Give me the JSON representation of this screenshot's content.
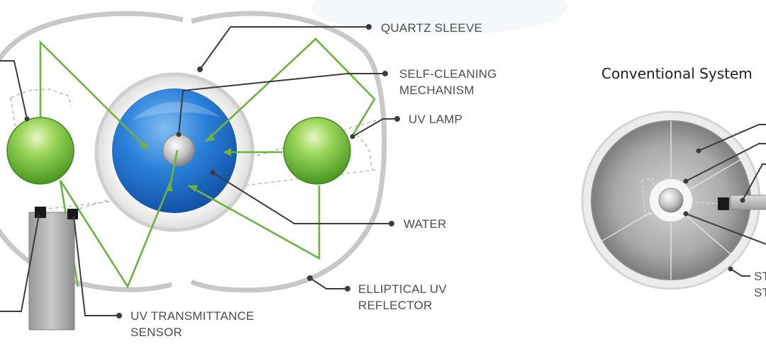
{
  "labels": {
    "quartz_sleeve": "QUARTZ SLEEVE",
    "self_cleaning_line1": "SELF-CLEANING",
    "self_cleaning_line2": "MECHANISM",
    "uv_lamp": "UV LAMP",
    "water": "WATER",
    "elliptical_line1": "ELLIPTICAL UV",
    "elliptical_line2": "REFLECTOR",
    "uv_sensor_line1": "UV TRANSMITTANCE",
    "uv_sensor_line2": "SENSOR",
    "conv_cut_line1": "ST",
    "conv_cut_line2": "ST"
  },
  "titles": {
    "conventional_system": "Conventional System"
  },
  "colors": {
    "uv_lamp_green": "#6cb33f",
    "water_blue": "#1f6fd1",
    "reflector_gray": "#c8c8c8",
    "leader_line": "#3c3c3c"
  }
}
